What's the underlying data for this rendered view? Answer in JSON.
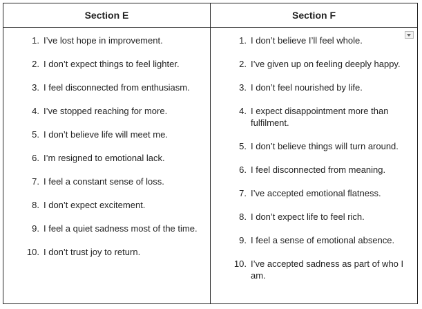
{
  "columns": [
    {
      "header": "Section E",
      "items": [
        {
          "num": "1.",
          "text": "I’ve lost hope in improvement."
        },
        {
          "num": "2.",
          "text": "I don’t expect things to feel lighter."
        },
        {
          "num": "3.",
          "text": "I feel disconnected from enthusiasm."
        },
        {
          "num": "4.",
          "text": "I’ve stopped reaching for more."
        },
        {
          "num": "5.",
          "text": "I don’t believe life will meet me."
        },
        {
          "num": "6.",
          "text": "I’m resigned to emotional lack."
        },
        {
          "num": "7.",
          "text": "I feel a constant sense of loss."
        },
        {
          "num": "8.",
          "text": "I don’t expect excitement."
        },
        {
          "num": "9.",
          "text": "I feel a quiet sadness most of the time."
        },
        {
          "num": "10.",
          "text": "I don’t trust joy to return."
        }
      ]
    },
    {
      "header": "Section F",
      "items": [
        {
          "num": "1.",
          "text": "I don’t believe I’ll feel whole."
        },
        {
          "num": "2.",
          "text": "I’ve given up on feeling deeply happy."
        },
        {
          "num": "3.",
          "text": "I don’t feel nourished by life."
        },
        {
          "num": "4.",
          "text": "I expect disappointment more than fulfilment."
        },
        {
          "num": "5.",
          "text": "I don’t believe things will turn around."
        },
        {
          "num": "6.",
          "text": "I feel disconnected from meaning."
        },
        {
          "num": "7.",
          "text": "I’ve accepted emotional flatness."
        },
        {
          "num": "8.",
          "text": "I don’t expect life to feel rich."
        },
        {
          "num": "9.",
          "text": "I feel a sense of emotional absence."
        },
        {
          "num": "10.",
          "text": "I’ve accepted sadness as part of who I am."
        }
      ]
    }
  ]
}
